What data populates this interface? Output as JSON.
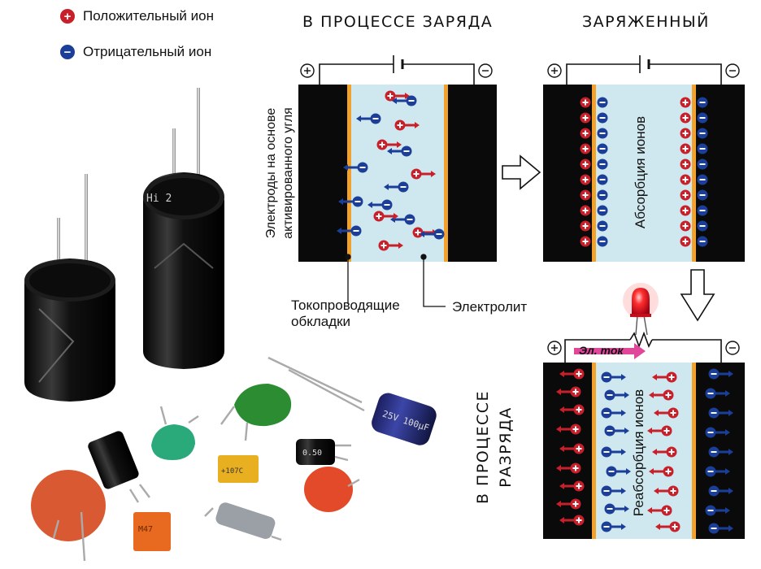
{
  "legend": {
    "positive": {
      "symbol": "+",
      "label": "Положительный ион",
      "color": "#c8202a"
    },
    "negative": {
      "symbol": "−",
      "label": "Отрицательный ион",
      "color": "#1b3f99"
    }
  },
  "headings": {
    "charging": "В ПРОЦЕССЕ ЗАРЯДА",
    "charged": "ЗАРЯЖЕННЫЙ",
    "discharging_line1": "В ПРОЦЕССЕ",
    "discharging_line2": "РАЗРЯДА"
  },
  "labels": {
    "electrodes_line1": "Электроды на основе",
    "electrodes_line2": "активированного угля",
    "plates_line1": "Токопроводящие",
    "plates_line2": "обкладки",
    "electrolyte": "Электролит",
    "absorption": "Абсорбция ионов",
    "reabsorption": "Реабсорбция ионов",
    "current": "Эл. ток"
  },
  "terminals": {
    "plus": "+",
    "minus": "−"
  },
  "colors": {
    "electrode": "#0a0a0a",
    "electrolyte": "#cfe8ef",
    "plate": "#f2a12b",
    "arrow_pink": "#e0479b",
    "led_red": "#e0202a"
  },
  "photo": {
    "description_icon": "capacitors-photo",
    "cap1_text": "Hi 2",
    "cap2_text": "25V 100µF",
    "small1_text": "+107C",
    "small2_text": "M47",
    "small3_text": "0.50"
  }
}
